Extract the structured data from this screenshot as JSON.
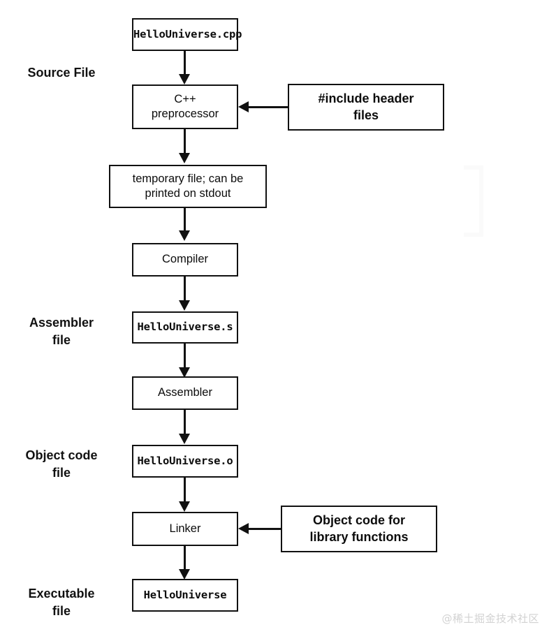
{
  "diagram": {
    "title": "C++ compilation pipeline",
    "stage_labels": [
      {
        "id": "source-file",
        "text": "Source File"
      },
      {
        "id": "assembler-file",
        "text": "Assembler\nfile"
      },
      {
        "id": "object-code-file",
        "text": "Object code\nfile"
      },
      {
        "id": "executable-file",
        "text": "Executable\nfile"
      }
    ],
    "nodes": [
      {
        "id": "hellouniverse-cpp",
        "text": "HelloUniverse.cpp",
        "style": "mono"
      },
      {
        "id": "cpp-preprocessor",
        "text": "C++\npreprocessor",
        "style": "plain"
      },
      {
        "id": "include-header",
        "text": "#include header\nfiles",
        "style": "strong"
      },
      {
        "id": "temporary-file",
        "text": "temporary file; can be\nprinted on stdout",
        "style": "plain"
      },
      {
        "id": "compiler",
        "text": "Compiler",
        "style": "plain"
      },
      {
        "id": "hellouniverse-s",
        "text": "HelloUniverse.s",
        "style": "mono"
      },
      {
        "id": "assembler",
        "text": "Assembler",
        "style": "plain"
      },
      {
        "id": "hellouniverse-o",
        "text": "HelloUniverse.o",
        "style": "mono"
      },
      {
        "id": "linker",
        "text": "Linker",
        "style": "plain"
      },
      {
        "id": "library-object-code",
        "text": "Object code for\nlibrary functions",
        "style": "strong"
      },
      {
        "id": "hellouniverse-exe",
        "text": "HelloUniverse",
        "style": "mono"
      }
    ],
    "watermark": "@稀土掘金技术社区",
    "colors": {
      "stroke": "#111111",
      "background": "#ffffff",
      "text": "#0c0c0c",
      "watermark": "#d2d2d2"
    }
  }
}
